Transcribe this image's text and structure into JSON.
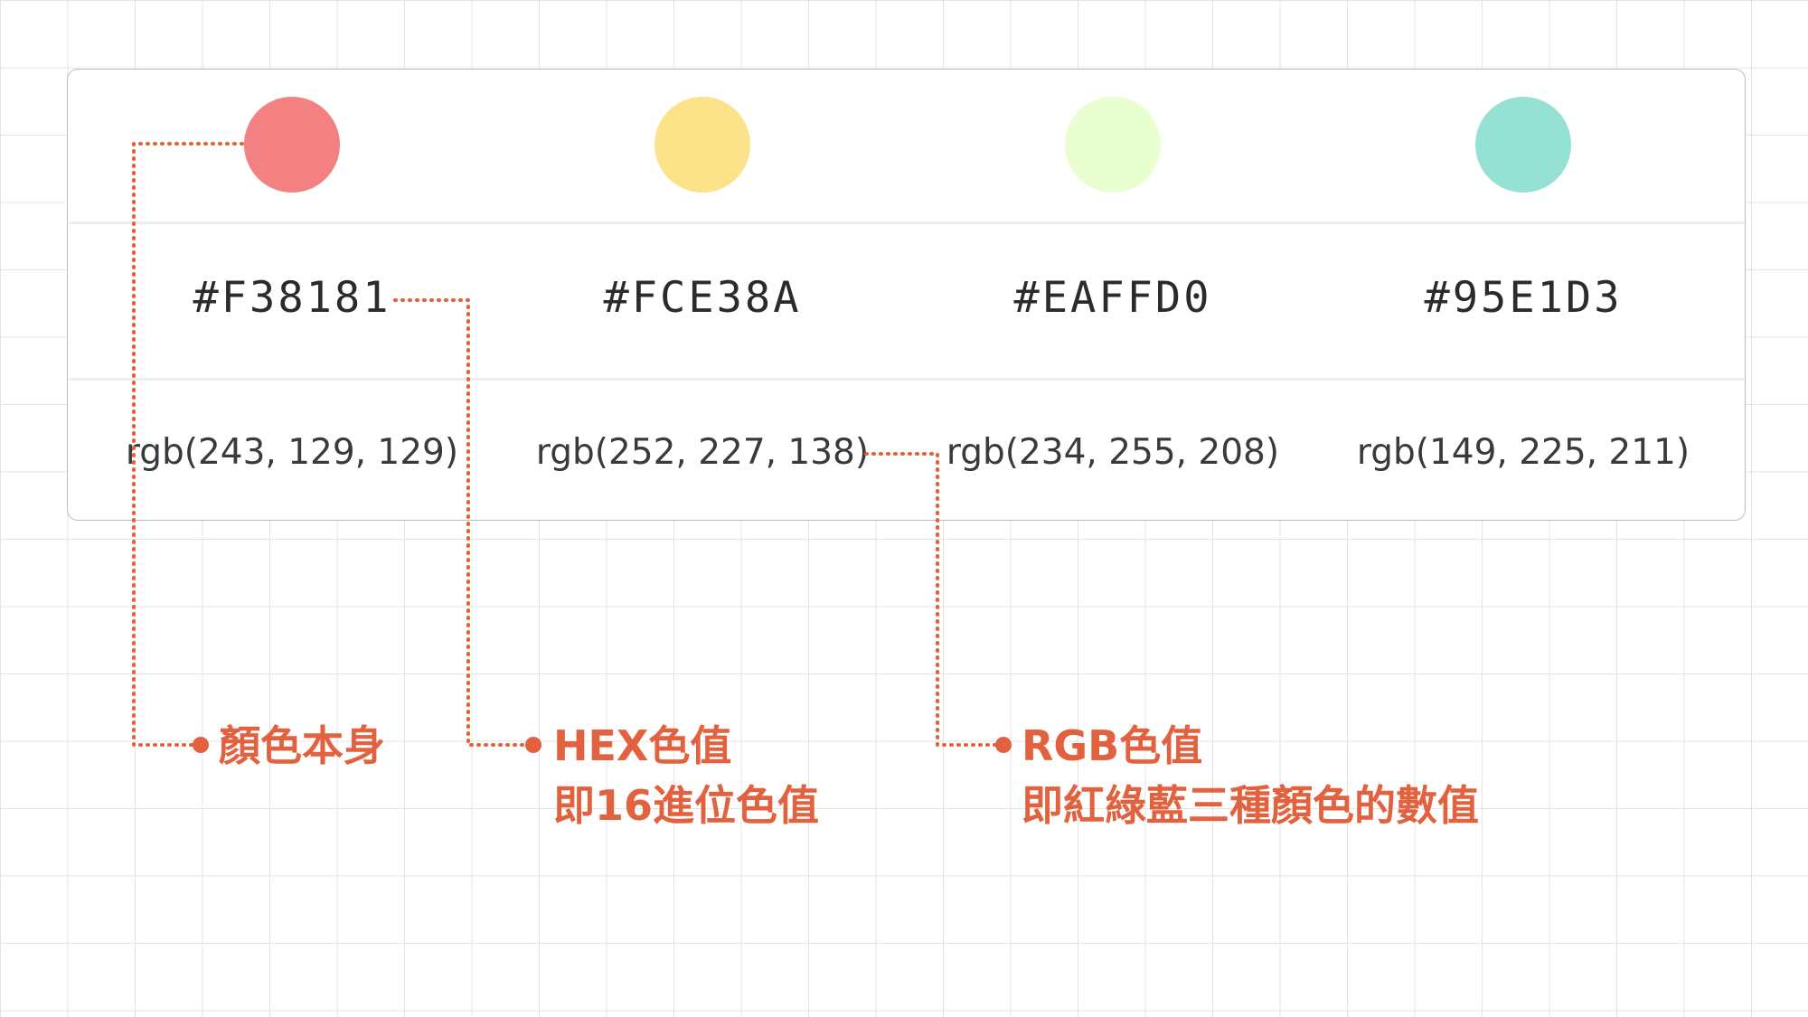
{
  "swatches": [
    {
      "hex": "#F38181",
      "rgb": "rgb(243, 129, 129)",
      "color": "#F38181"
    },
    {
      "hex": "#FCE38A",
      "rgb": "rgb(252, 227, 138)",
      "color": "#FCE38A"
    },
    {
      "hex": "#EAFFD0",
      "rgb": "rgb(234, 255, 208)",
      "color": "#EAFFD0"
    },
    {
      "hex": "#95E1D3",
      "rgb": "rgb(149, 225, 211)",
      "color": "#95E1D3"
    }
  ],
  "annotations": {
    "color_itself": "顏色本身",
    "hex_title": "HEX色值",
    "hex_desc": "即16進位色值",
    "rgb_title": "RGB色值",
    "rgb_desc": "即紅綠藍三種顏色的數值"
  },
  "accent_color": "#E2623F"
}
